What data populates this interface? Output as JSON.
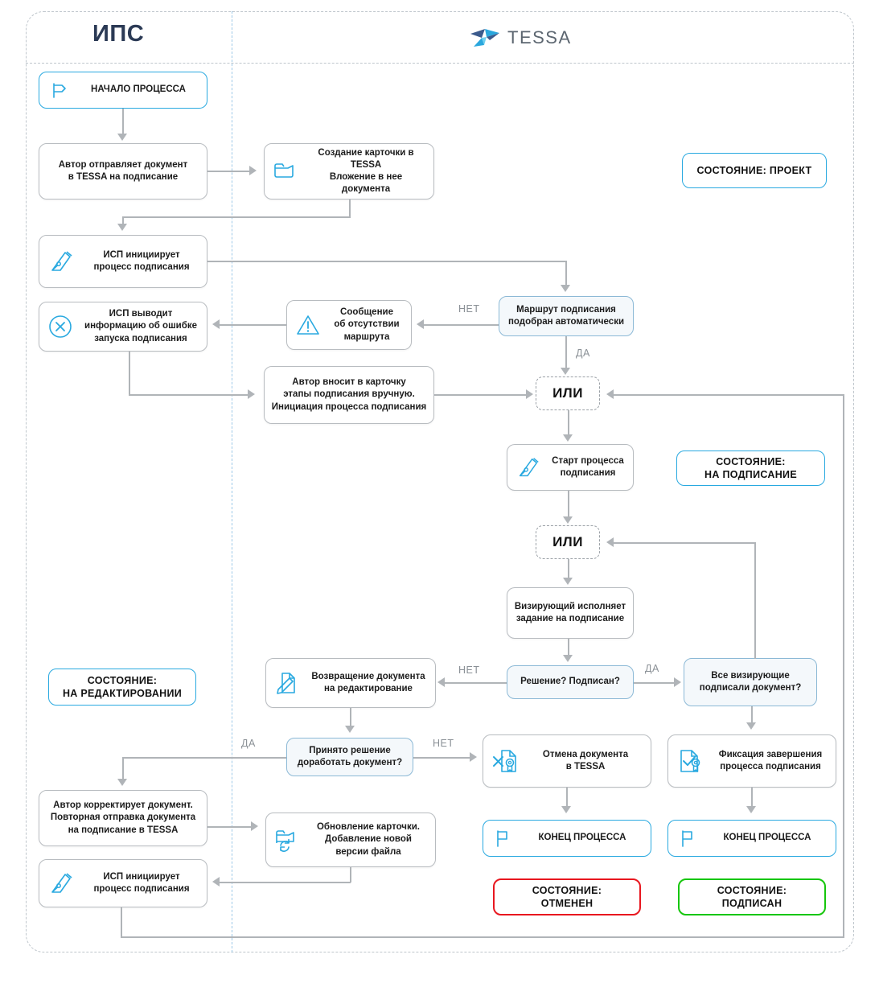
{
  "diagram": {
    "title_lanes": {
      "left": "ИПС",
      "right": "TESSA"
    },
    "logo_word": "TESSA",
    "colors": {
      "accent_blue": "#29a9e0",
      "logo_dark": "#3b5a8c",
      "logo_mid": "#2aa7dd",
      "logo_light": "#6fd0ef",
      "line_grey": "#b0b4b8",
      "state_cancelled": "#e8171f",
      "state_signed": "#16c60c",
      "lane_dash": "#bfc6cc"
    },
    "nodes": {
      "start": "НАЧАЛО ПРОЦЕССА",
      "author_sends": "Автор отправляет документ\nв TESSA на подписание",
      "create_card": "Создание карточки в TESSA\nВложение в нее документа",
      "isp_init_1": "ИСП инициирует\nпроцесс подписания",
      "isp_error": "ИСП выводит\nинформацию об ошибке\nзапуска подписания",
      "no_route_msg": "Сообщение\nоб отсутствии\nмаршрута",
      "route_auto": "Маршрут подписания\nподобран автоматически",
      "manual_stages": "Автор вносит в карточку\nэтапы подписания вручную.\nИнициация процесса подписания",
      "or_1": "ИЛИ",
      "start_signing": "Старт процесса\nподписания",
      "or_2": "ИЛИ",
      "approver_task": "Визирующий исполняет\nзадание на подписание",
      "decision_signed": "Решение? Подписан?",
      "all_signed": "Все визирующие\nподписали документ?",
      "return_for_edit": "Возвращение документа\nна редактирование",
      "decision_rework": "Принято решение\nдоработать документ?",
      "cancel_doc": "Отмена документа\nв TESSA",
      "fix_completion": "Фиксация завершения\nпроцесса подписания",
      "author_corrects": "Автор корректирует документ.\nПовторная отправка документа\nна подписание в TESSA",
      "update_card": "Обновление карточки.\nДобавление новой\nверсии файла",
      "isp_init_2": "ИСП инициирует\nпроцесс подписания",
      "end_left": "КОНЕЦ ПРОЦЕССА",
      "end_right": "КОНЕЦ ПРОЦЕССА"
    },
    "states": {
      "draft": "СОСТОЯНИЕ: ПРОЕКТ",
      "for_signing": "СОСТОЯНИЕ:\nНА ПОДПИСАНИЕ",
      "editing": "СОСТОЯНИЕ:\nНА РЕДАКТИРОВАНИИ",
      "cancelled": "СОСТОЯНИЕ:\nОТМЕНЕН",
      "signed": "СОСТОЯНИЕ:\nПОДПИСАН"
    },
    "edge_labels": {
      "route_no": "НЕТ",
      "route_yes": "ДА",
      "decision_yes": "ДА",
      "decision_no": "НЕТ",
      "rework_yes": "ДА",
      "rework_no": "НЕТ"
    }
  }
}
